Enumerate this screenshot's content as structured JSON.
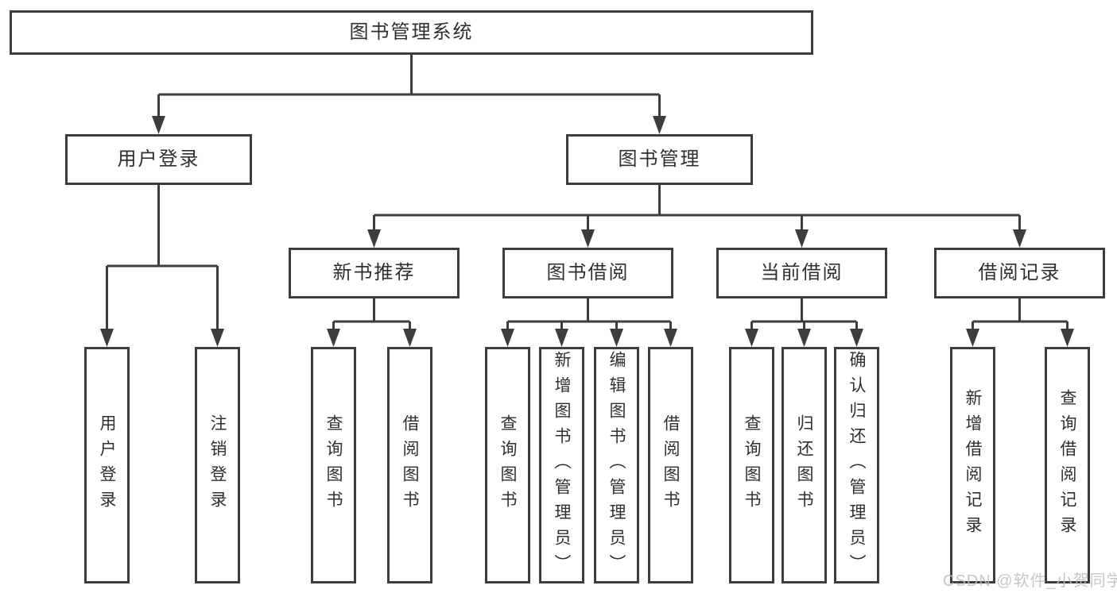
{
  "diagram": {
    "type": "tree",
    "root": {
      "label": "图书管理系统"
    },
    "branches": [
      {
        "label": "用户登录",
        "children": [
          {
            "label": "用户登录"
          },
          {
            "label": "注销登录"
          }
        ]
      },
      {
        "label": "图书管理",
        "children": [
          {
            "label": "新书推荐",
            "children": [
              {
                "label": "查询图书"
              },
              {
                "label": "借阅图书"
              }
            ]
          },
          {
            "label": "图书借阅",
            "children": [
              {
                "label": "查询图书"
              },
              {
                "label": "新增图书（管理员）"
              },
              {
                "label": "编辑图书（管理员）"
              },
              {
                "label": "借阅图书"
              }
            ]
          },
          {
            "label": "当前借阅",
            "children": [
              {
                "label": "查询图书"
              },
              {
                "label": "归还图书"
              },
              {
                "label": "确认归还（管理员）"
              }
            ]
          },
          {
            "label": "借阅记录",
            "children": [
              {
                "label": "新增借阅记录"
              },
              {
                "label": "查询借阅记录"
              }
            ]
          }
        ]
      }
    ]
  },
  "watermark": {
    "text": "CSDN @软件_小贺同学"
  },
  "colors": {
    "line": "#3d3d3d",
    "text": "#2f2f2f",
    "box_background": "#ffffff",
    "page_background": "#ffffff",
    "watermark": "#bdbdbd"
  }
}
